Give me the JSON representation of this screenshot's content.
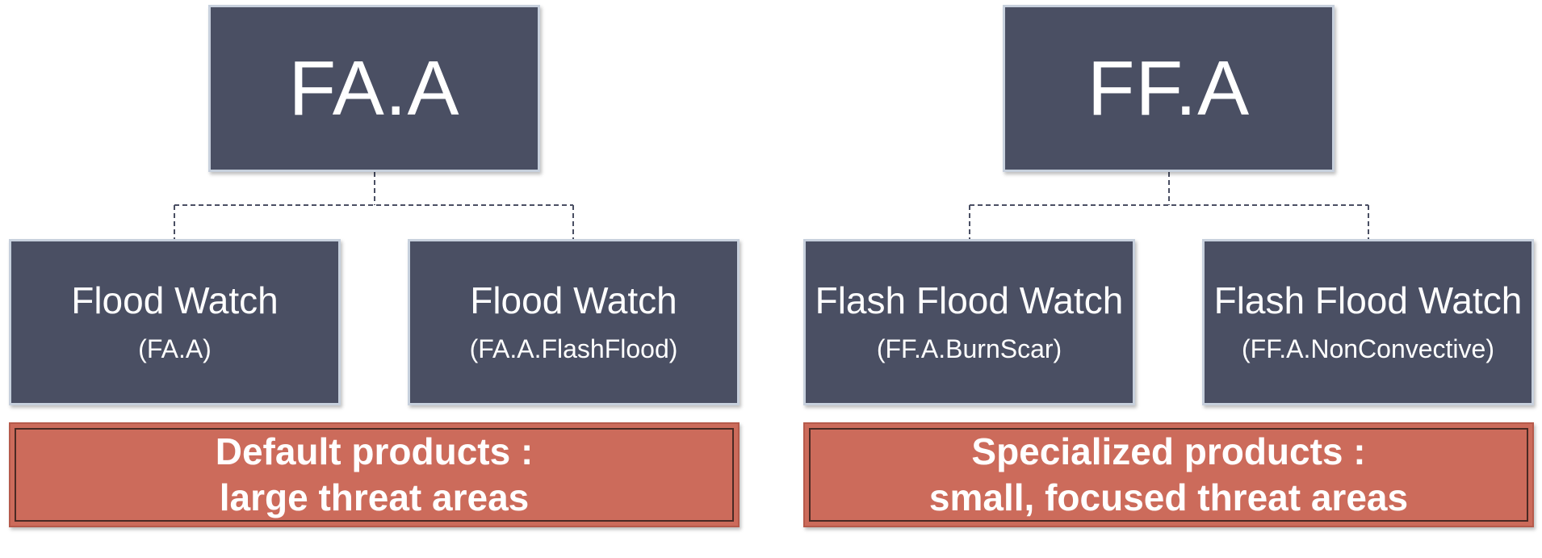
{
  "left_group": {
    "root": {
      "label": "FA.A"
    },
    "children": [
      {
        "name": "Flood Watch",
        "code": "(FA.A)"
      },
      {
        "name": "Flood Watch",
        "code": "(FA.A.FlashFlood)"
      }
    ],
    "banner": {
      "line1": "Default products :",
      "line2": "large threat areas"
    }
  },
  "right_group": {
    "root": {
      "label": "FF.A"
    },
    "children": [
      {
        "name": "Flash Flood Watch",
        "code": "(FF.A.BurnScar)"
      },
      {
        "name": "Flash Flood Watch",
        "code": "(FF.A.NonConvective)"
      }
    ],
    "banner": {
      "line1": "Specialized products :",
      "line2": "small, focused threat areas"
    }
  },
  "colors": {
    "box_fill": "#4a4f63",
    "box_border": "#c7d0dd",
    "banner_fill": "#cc6b5b",
    "connector": "#4a4f63"
  }
}
